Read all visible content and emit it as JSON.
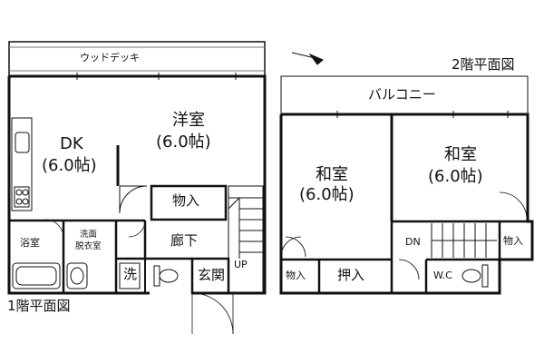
{
  "floor1": {
    "caption": "1階平面図",
    "rooms": {
      "wood_deck": "ウッドデッキ",
      "dk_name": "DK",
      "dk_size": "(6.0帖)",
      "youshitsu_name": "洋室",
      "youshitsu_size": "(6.0帖)",
      "storage": "物入",
      "bath": "浴室",
      "washroom_line1": "洗面",
      "washroom_line2": "脱衣室",
      "toilet_wash": "洗",
      "hallway": "廊下",
      "entrance": "玄関",
      "stair_up": "UP"
    }
  },
  "floor2": {
    "caption": "2階平面図",
    "rooms": {
      "balcony": "バルコニー",
      "washitsu_a_name": "和室",
      "washitsu_a_size": "(6.0帖)",
      "washitsu_b_name": "和室",
      "washitsu_b_size": "(6.0帖)",
      "storage_left": "物入",
      "oshiire": "押入",
      "storage_right": "物入",
      "wc": "W.C",
      "stair_down": "DN"
    }
  },
  "colors": {
    "line": "#111111",
    "background": "#ffffff"
  }
}
